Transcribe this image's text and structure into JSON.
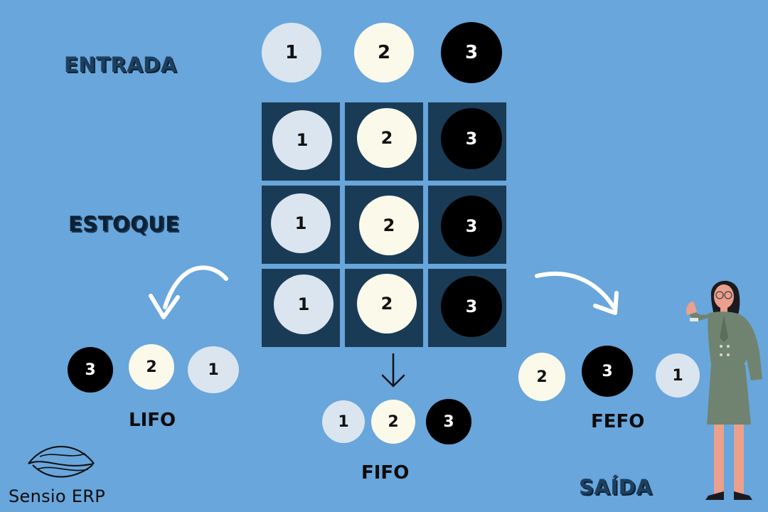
{
  "labels": {
    "entrada": "ENTRADA",
    "estoque": "ESTOQUE",
    "saida": "SAÍDA",
    "lifo": "LIFO",
    "fifo": "FIFO",
    "fefo": "FEFO"
  },
  "entrada_items": [
    "1",
    "2",
    "3"
  ],
  "estoque_grid": [
    [
      "1",
      "2",
      "3"
    ],
    [
      "1",
      "2",
      "3"
    ],
    [
      "1",
      "2",
      "3"
    ]
  ],
  "lifo_order": [
    "3",
    "2",
    "1"
  ],
  "fifo_order": [
    "1",
    "2",
    "3"
  ],
  "fefo_order": [
    "2",
    "3",
    "1"
  ],
  "brand": {
    "name": "Sensio ERP"
  },
  "colors": {
    "background": "#68a6dc",
    "grid_cell": "#1a3b56",
    "item_1": "#dbe5ef",
    "item_2": "#fbfaea",
    "item_3": "#000000"
  },
  "icons": {
    "lifo_arrow": "curved-arrow-left-down-icon",
    "fifo_arrow": "arrow-down-icon",
    "fefo_arrow": "curved-arrow-right-down-icon",
    "logo": "sensio-logo-icon",
    "illustration": "businesswoman-illustration"
  }
}
